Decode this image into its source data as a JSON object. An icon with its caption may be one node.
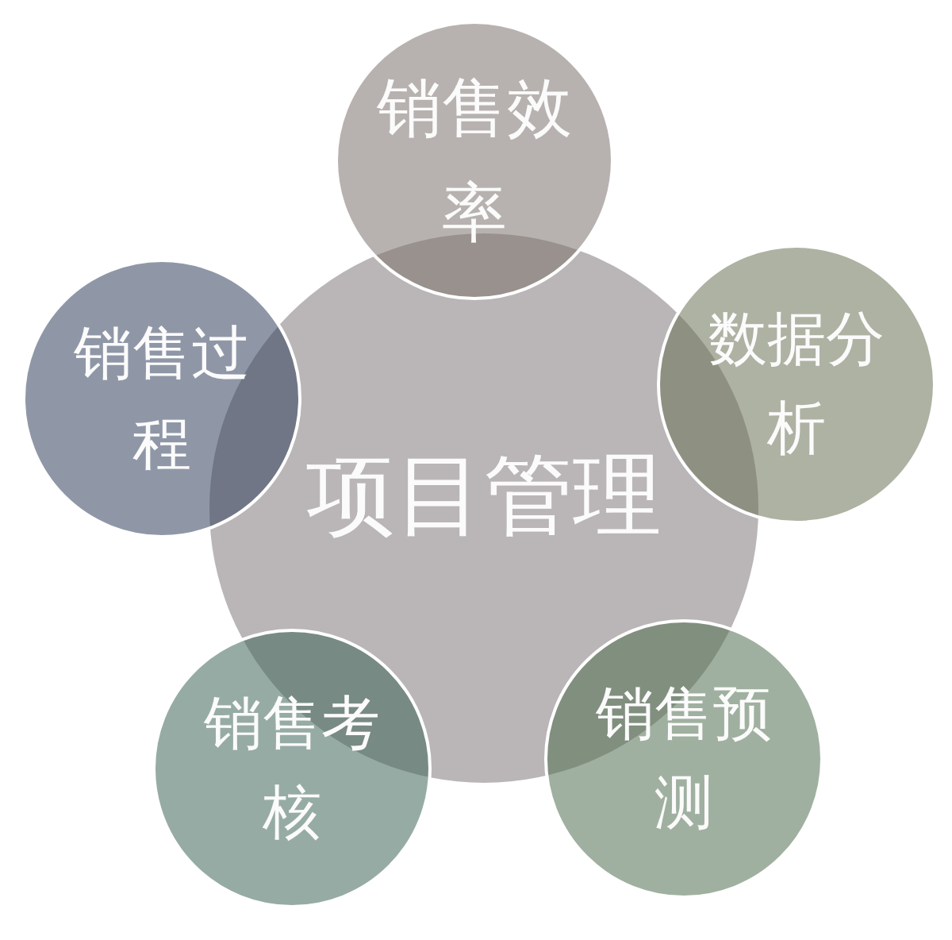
{
  "diagram": {
    "nodes": [
      {
        "text": [
          "项目管理"
        ]
      },
      {
        "text": [
          "销售效率"
        ]
      },
      {
        "text": [
          "数据分析"
        ]
      },
      {
        "text": [
          "销售预测"
        ]
      },
      {
        "text": [
          "销售考核"
        ]
      },
      {
        "text": [
          "销售过程"
        ]
      }
    ]
  }
}
